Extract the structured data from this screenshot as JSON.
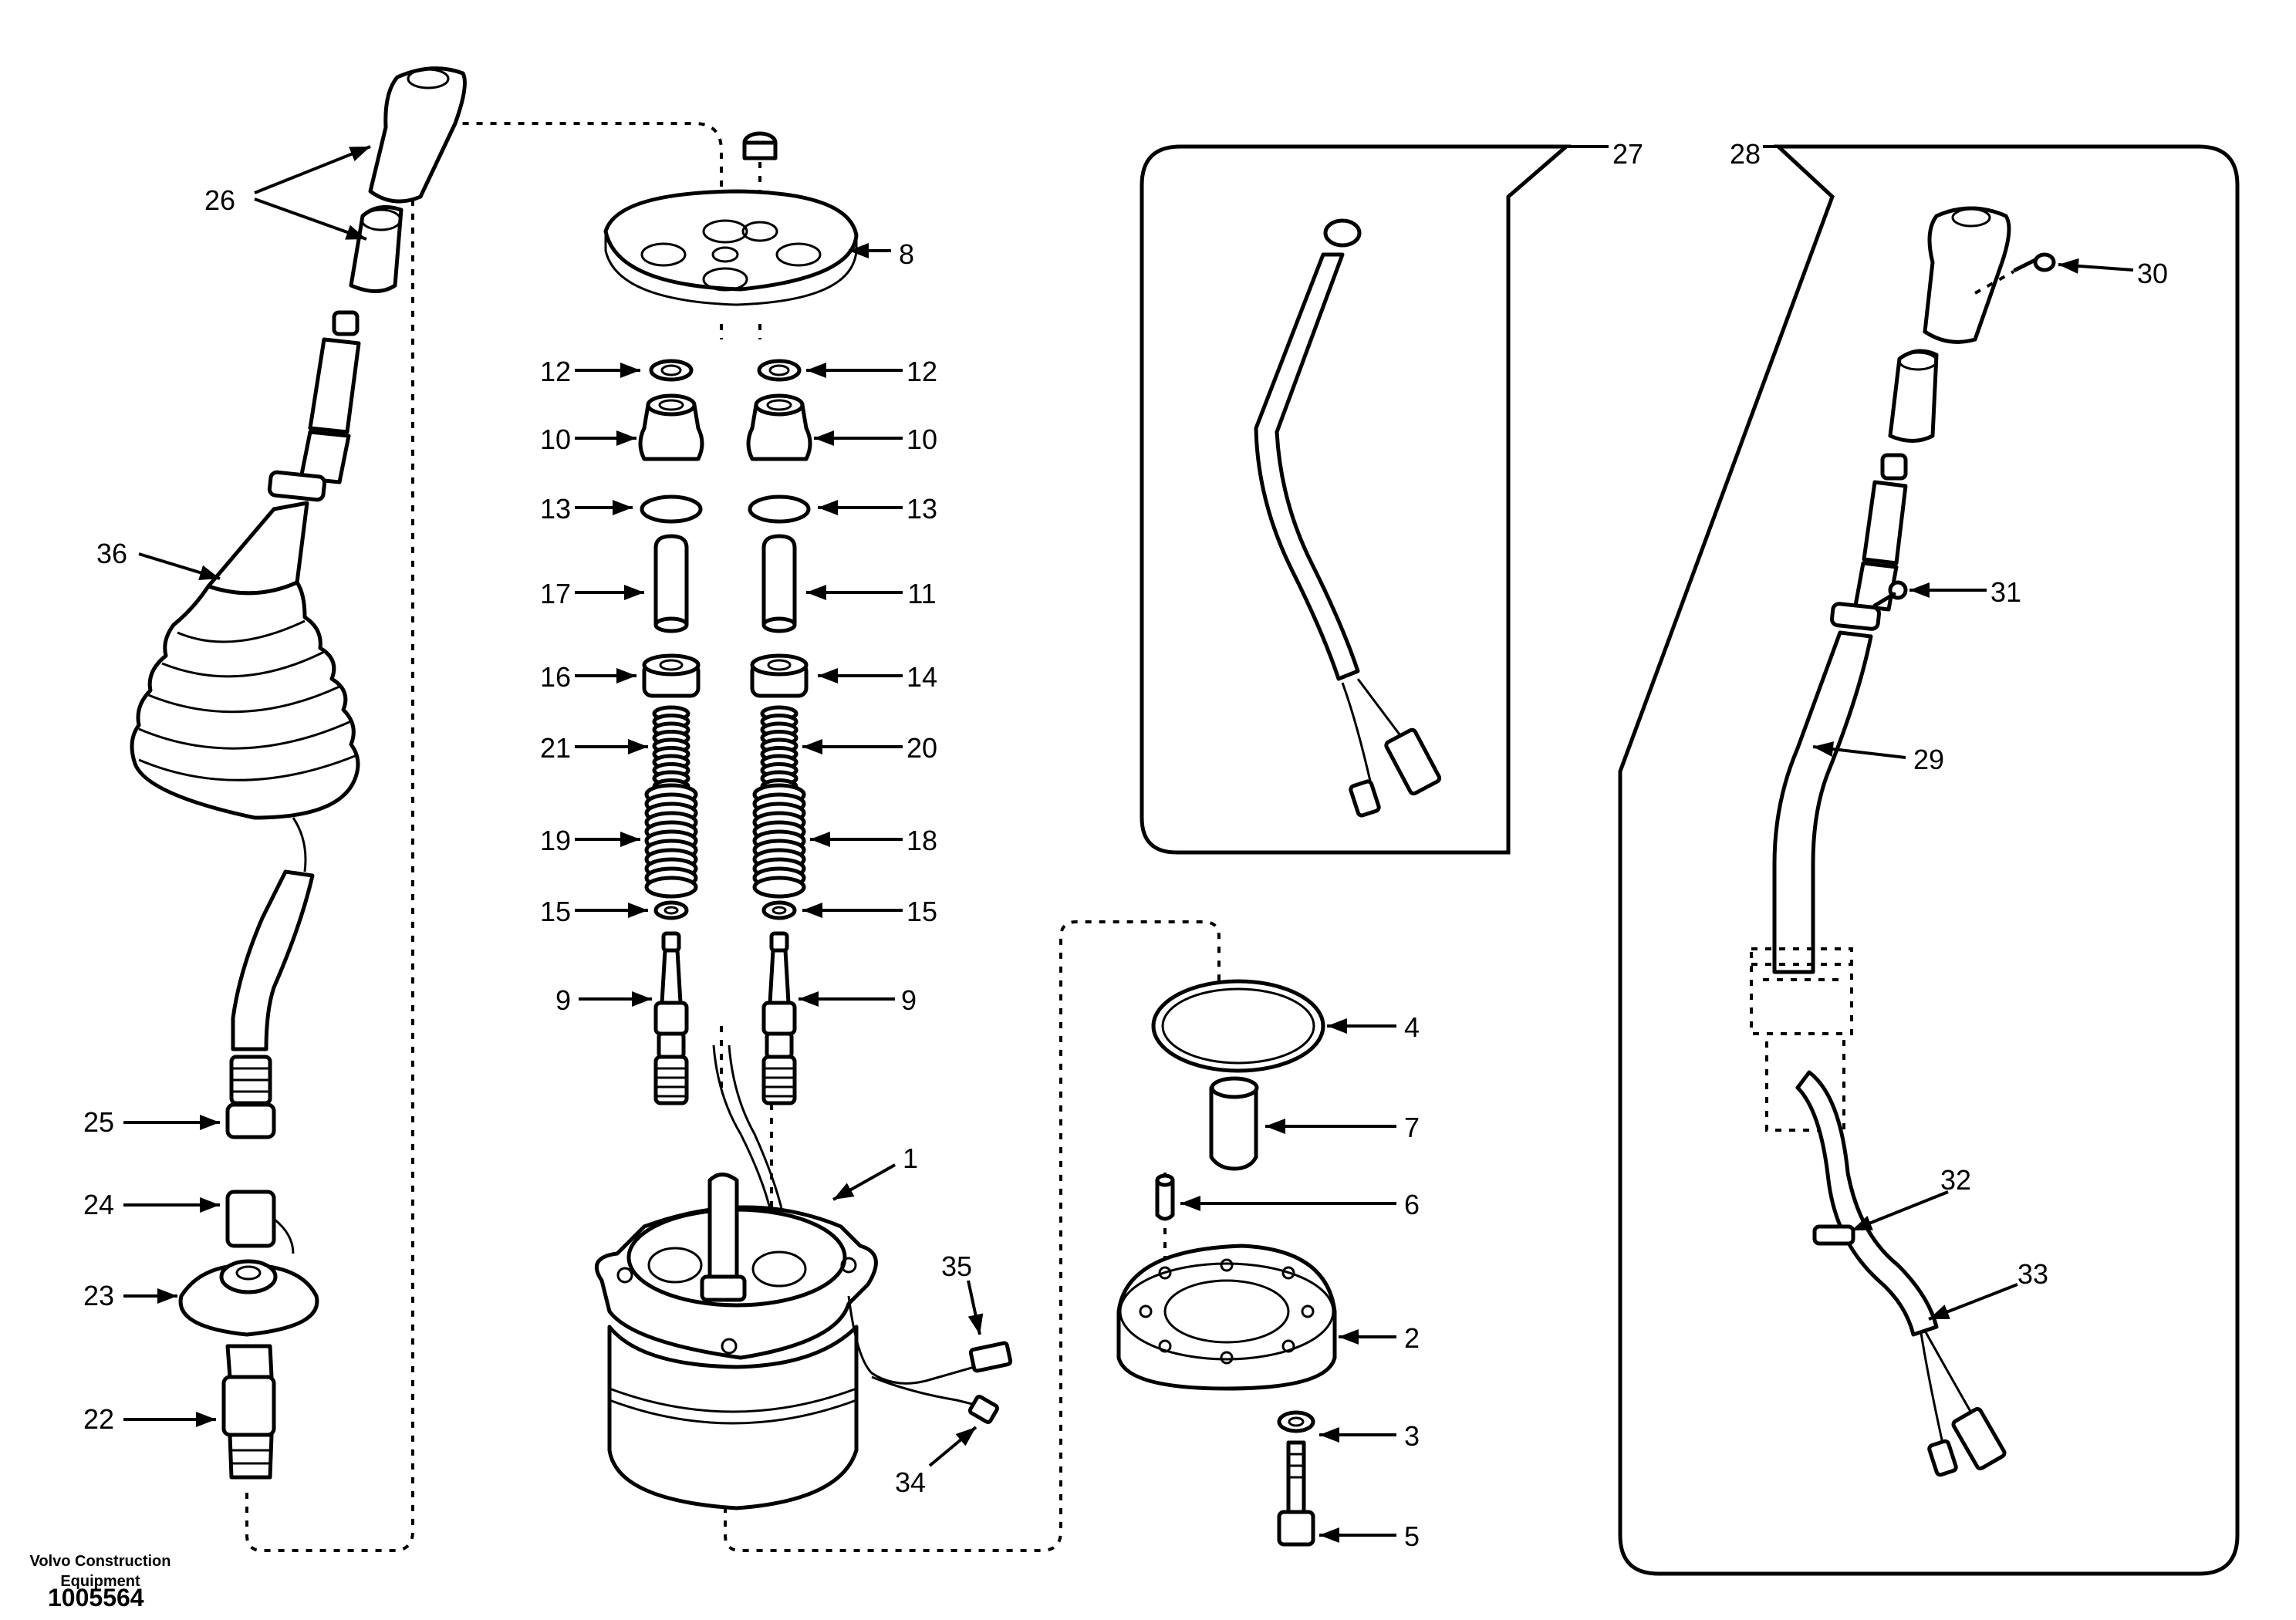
{
  "callouts": [
    {
      "id": "26",
      "label": "26"
    },
    {
      "id": "36",
      "label": "36"
    },
    {
      "id": "25",
      "label": "25"
    },
    {
      "id": "24",
      "label": "24"
    },
    {
      "id": "23",
      "label": "23"
    },
    {
      "id": "22",
      "label": "22"
    },
    {
      "id": "8",
      "label": "8"
    },
    {
      "id": "12a",
      "label": "12"
    },
    {
      "id": "12b",
      "label": "12"
    },
    {
      "id": "10a",
      "label": "10"
    },
    {
      "id": "10b",
      "label": "10"
    },
    {
      "id": "13a",
      "label": "13"
    },
    {
      "id": "13b",
      "label": "13"
    },
    {
      "id": "17",
      "label": "17"
    },
    {
      "id": "11",
      "label": "11"
    },
    {
      "id": "16",
      "label": "16"
    },
    {
      "id": "14",
      "label": "14"
    },
    {
      "id": "21",
      "label": "21"
    },
    {
      "id": "20",
      "label": "20"
    },
    {
      "id": "19",
      "label": "19"
    },
    {
      "id": "18",
      "label": "18"
    },
    {
      "id": "15a",
      "label": "15"
    },
    {
      "id": "15b",
      "label": "15"
    },
    {
      "id": "9a",
      "label": "9"
    },
    {
      "id": "9b",
      "label": "9"
    },
    {
      "id": "1",
      "label": "1"
    },
    {
      "id": "35",
      "label": "35"
    },
    {
      "id": "34",
      "label": "34"
    },
    {
      "id": "27",
      "label": "27"
    },
    {
      "id": "4",
      "label": "4"
    },
    {
      "id": "7",
      "label": "7"
    },
    {
      "id": "6",
      "label": "6"
    },
    {
      "id": "2",
      "label": "2"
    },
    {
      "id": "3",
      "label": "3"
    },
    {
      "id": "5",
      "label": "5"
    },
    {
      "id": "28",
      "label": "28"
    },
    {
      "id": "30",
      "label": "30"
    },
    {
      "id": "31",
      "label": "31"
    },
    {
      "id": "29",
      "label": "29"
    },
    {
      "id": "32",
      "label": "32"
    },
    {
      "id": "33",
      "label": "33"
    }
  ],
  "footer": {
    "company_line1": "Volvo Construction",
    "company_line2": "Equipment",
    "drawing_number": "1005564"
  }
}
